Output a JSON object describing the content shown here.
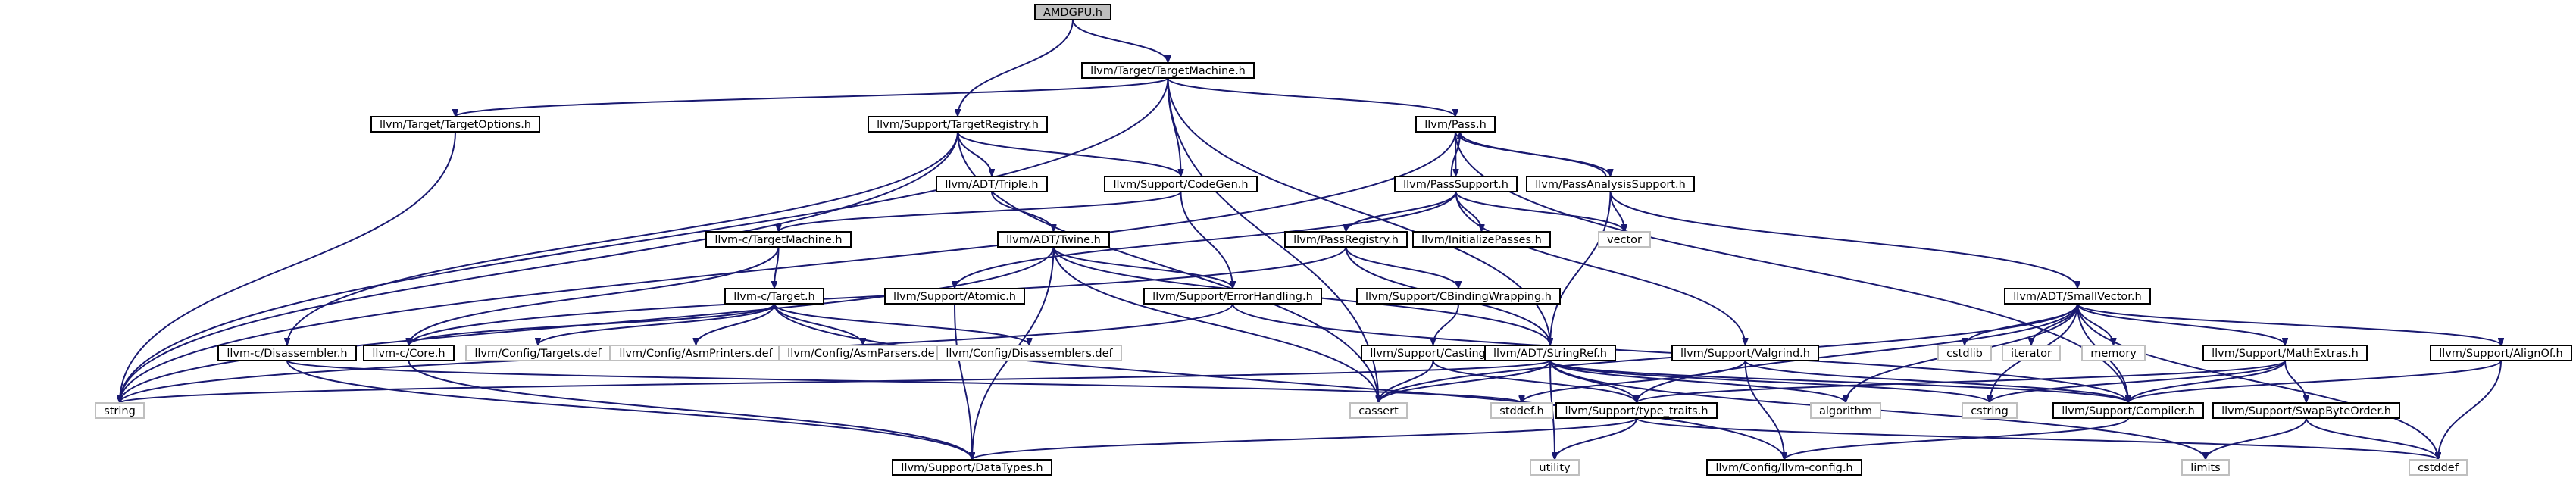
{
  "colors": {
    "edge": "#191970",
    "root_fill": "#bfbfbf",
    "node_border": "#000000",
    "std_border": "#bfbfbf",
    "background": "#ffffff"
  },
  "nodes": [
    {
      "id": "amdgpu",
      "label": "AMDGPU.h",
      "kind": "root"
    },
    {
      "id": "tm",
      "label": "llvm/Target/TargetMachine.h",
      "kind": "header"
    },
    {
      "id": "to",
      "label": "llvm/Target/TargetOptions.h",
      "kind": "header"
    },
    {
      "id": "treg",
      "label": "llvm/Support/TargetRegistry.h",
      "kind": "header"
    },
    {
      "id": "pass",
      "label": "llvm/Pass.h",
      "kind": "header"
    },
    {
      "id": "triple",
      "label": "llvm/ADT/Triple.h",
      "kind": "header"
    },
    {
      "id": "codegen",
      "label": "llvm/Support/CodeGen.h",
      "kind": "header"
    },
    {
      "id": "psup",
      "label": "llvm/PassSupport.h",
      "kind": "header"
    },
    {
      "id": "pasup",
      "label": "llvm/PassAnalysisSupport.h",
      "kind": "header"
    },
    {
      "id": "ctm",
      "label": "llvm-c/TargetMachine.h",
      "kind": "header"
    },
    {
      "id": "twine",
      "label": "llvm/ADT/Twine.h",
      "kind": "header"
    },
    {
      "id": "preg",
      "label": "llvm/PassRegistry.h",
      "kind": "header"
    },
    {
      "id": "initp",
      "label": "llvm/InitializePasses.h",
      "kind": "header"
    },
    {
      "id": "vector",
      "label": "vector",
      "kind": "std"
    },
    {
      "id": "ctarget",
      "label": "llvm-c/Target.h",
      "kind": "header"
    },
    {
      "id": "atomic",
      "label": "llvm/Support/Atomic.h",
      "kind": "header"
    },
    {
      "id": "errh",
      "label": "llvm/Support/ErrorHandling.h",
      "kind": "header"
    },
    {
      "id": "cbw",
      "label": "llvm/Support/CBindingWrapping.h",
      "kind": "header"
    },
    {
      "id": "svec",
      "label": "llvm/ADT/SmallVector.h",
      "kind": "header"
    },
    {
      "id": "cdis",
      "label": "llvm-c/Disassembler.h",
      "kind": "header"
    },
    {
      "id": "ccore",
      "label": "llvm-c/Core.h",
      "kind": "header"
    },
    {
      "id": "tdef",
      "label": "llvm/Config/Targets.def",
      "kind": "std"
    },
    {
      "id": "apdef",
      "label": "llvm/Config/AsmPrinters.def",
      "kind": "std"
    },
    {
      "id": "apsdef",
      "label": "llvm/Config/AsmParsers.def",
      "kind": "std"
    },
    {
      "id": "disdef",
      "label": "llvm/Config/Disassemblers.def",
      "kind": "std"
    },
    {
      "id": "casting",
      "label": "llvm/Support/Casting.h",
      "kind": "header"
    },
    {
      "id": "sref",
      "label": "llvm/ADT/StringRef.h",
      "kind": "header"
    },
    {
      "id": "valgrind",
      "label": "llvm/Support/Valgrind.h",
      "kind": "header"
    },
    {
      "id": "cstdlib",
      "label": "cstdlib",
      "kind": "std"
    },
    {
      "id": "iterator",
      "label": "iterator",
      "kind": "std"
    },
    {
      "id": "memory",
      "label": "memory",
      "kind": "std"
    },
    {
      "id": "mathex",
      "label": "llvm/Support/MathExtras.h",
      "kind": "header"
    },
    {
      "id": "alignof",
      "label": "llvm/Support/AlignOf.h",
      "kind": "header"
    },
    {
      "id": "string",
      "label": "string",
      "kind": "std"
    },
    {
      "id": "stddef",
      "label": "stddef.h",
      "kind": "std"
    },
    {
      "id": "cassert",
      "label": "cassert",
      "kind": "std"
    },
    {
      "id": "traits",
      "label": "llvm/Support/type_traits.h",
      "kind": "header"
    },
    {
      "id": "algorithm",
      "label": "algorithm",
      "kind": "std"
    },
    {
      "id": "cstring",
      "label": "cstring",
      "kind": "std"
    },
    {
      "id": "compiler",
      "label": "llvm/Support/Compiler.h",
      "kind": "header"
    },
    {
      "id": "swap",
      "label": "llvm/Support/SwapByteOrder.h",
      "kind": "header"
    },
    {
      "id": "dtypes",
      "label": "llvm/Support/DataTypes.h",
      "kind": "header"
    },
    {
      "id": "utility",
      "label": "utility",
      "kind": "std"
    },
    {
      "id": "lcfg",
      "label": "llvm/Config/llvm-config.h",
      "kind": "header"
    },
    {
      "id": "limits",
      "label": "limits",
      "kind": "std"
    },
    {
      "id": "cstddef",
      "label": "cstddef",
      "kind": "std"
    }
  ],
  "edges": [
    [
      "amdgpu",
      "tm"
    ],
    [
      "amdgpu",
      "treg"
    ],
    [
      "tm",
      "to"
    ],
    [
      "tm",
      "pass"
    ],
    [
      "tm",
      "codegen"
    ],
    [
      "tm",
      "sref"
    ],
    [
      "tm",
      "cassert"
    ],
    [
      "tm",
      "string"
    ],
    [
      "to",
      "string"
    ],
    [
      "treg",
      "triple"
    ],
    [
      "treg",
      "codegen"
    ],
    [
      "treg",
      "cdis"
    ],
    [
      "treg",
      "cassert"
    ],
    [
      "treg",
      "string"
    ],
    [
      "pass",
      "psup"
    ],
    [
      "pass",
      "pasup"
    ],
    [
      "pass",
      "compiler"
    ],
    [
      "pass",
      "string"
    ],
    [
      "triple",
      "twine"
    ],
    [
      "codegen",
      "ctm"
    ],
    [
      "codegen",
      "errh"
    ],
    [
      "psup",
      "pass"
    ],
    [
      "psup",
      "preg"
    ],
    [
      "psup",
      "initp"
    ],
    [
      "psup",
      "atomic"
    ],
    [
      "psup",
      "valgrind"
    ],
    [
      "psup",
      "vector"
    ],
    [
      "pasup",
      "pass"
    ],
    [
      "pasup",
      "svec"
    ],
    [
      "pasup",
      "sref"
    ],
    [
      "pasup",
      "vector"
    ],
    [
      "ctm",
      "ctarget"
    ],
    [
      "ctm",
      "ccore"
    ],
    [
      "twine",
      "errh"
    ],
    [
      "twine",
      "sref"
    ],
    [
      "twine",
      "dtypes"
    ],
    [
      "twine",
      "cassert"
    ],
    [
      "twine",
      "string"
    ],
    [
      "preg",
      "cbw"
    ],
    [
      "preg",
      "sref"
    ],
    [
      "preg",
      "ccore"
    ],
    [
      "ctarget",
      "ccore"
    ],
    [
      "ctarget",
      "tdef"
    ],
    [
      "ctarget",
      "apdef"
    ],
    [
      "ctarget",
      "apsdef"
    ],
    [
      "ctarget",
      "disdef"
    ],
    [
      "ctarget",
      "lcfg"
    ],
    [
      "atomic",
      "dtypes"
    ],
    [
      "errh",
      "compiler"
    ],
    [
      "errh",
      "string"
    ],
    [
      "cbw",
      "casting"
    ],
    [
      "svec",
      "alignof"
    ],
    [
      "svec",
      "mathex"
    ],
    [
      "svec",
      "traits"
    ],
    [
      "svec",
      "compiler"
    ],
    [
      "svec",
      "cassert"
    ],
    [
      "svec",
      "cstddef"
    ],
    [
      "svec",
      "cstdlib"
    ],
    [
      "svec",
      "cstring"
    ],
    [
      "svec",
      "iterator"
    ],
    [
      "svec",
      "memory"
    ],
    [
      "svec",
      "algorithm"
    ],
    [
      "cdis",
      "dtypes"
    ],
    [
      "cdis",
      "stddef"
    ],
    [
      "ccore",
      "dtypes"
    ],
    [
      "casting",
      "traits"
    ],
    [
      "casting",
      "cassert"
    ],
    [
      "sref",
      "traits"
    ],
    [
      "sref",
      "compiler"
    ],
    [
      "sref",
      "algorithm"
    ],
    [
      "sref",
      "cassert"
    ],
    [
      "sref",
      "cstring"
    ],
    [
      "sref",
      "limits"
    ],
    [
      "sref",
      "string"
    ],
    [
      "sref",
      "utility"
    ],
    [
      "valgrind",
      "compiler"
    ],
    [
      "valgrind",
      "lcfg"
    ],
    [
      "valgrind",
      "stddef"
    ],
    [
      "mathex",
      "compiler"
    ],
    [
      "mathex",
      "swap"
    ],
    [
      "mathex",
      "traits"
    ],
    [
      "mathex",
      "cstring"
    ],
    [
      "alignof",
      "compiler"
    ],
    [
      "alignof",
      "cstddef"
    ],
    [
      "traits",
      "dtypes"
    ],
    [
      "traits",
      "utility"
    ],
    [
      "traits",
      "cstddef"
    ],
    [
      "compiler",
      "lcfg"
    ],
    [
      "swap",
      "limits"
    ],
    [
      "swap",
      "cstddef"
    ]
  ]
}
